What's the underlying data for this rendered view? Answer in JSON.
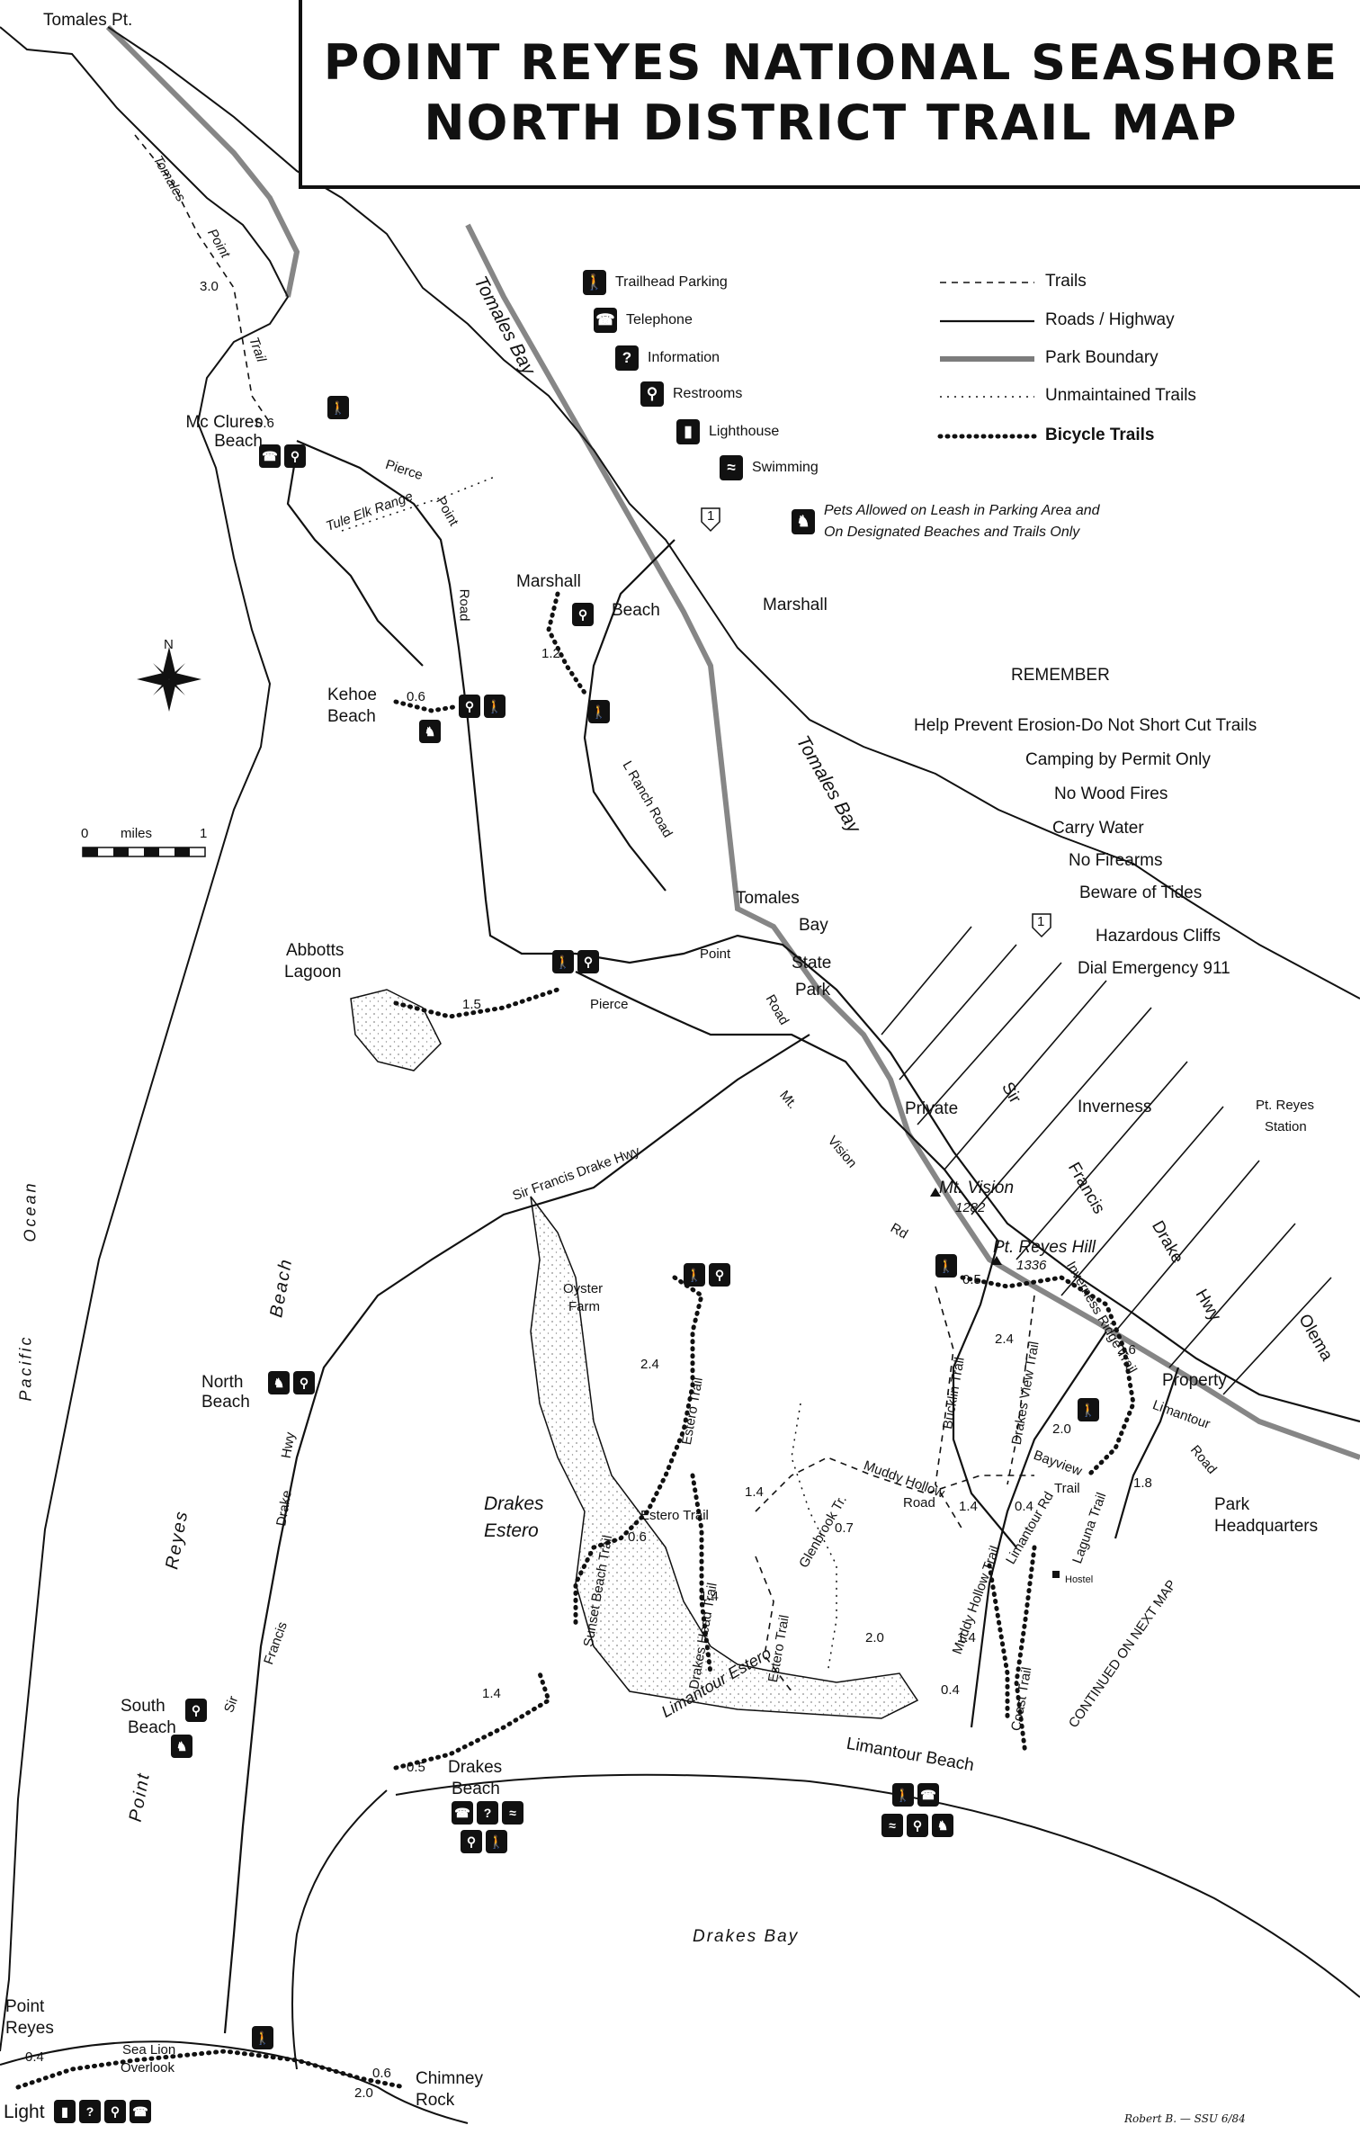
{
  "title": {
    "line1": "POINT REYES NATIONAL SEASHORE",
    "line2": "NORTH DISTRICT TRAIL MAP"
  },
  "legend": {
    "icons": [
      {
        "key": "trailhead",
        "glyph": "🚶",
        "label": "Trailhead Parking",
        "icon": "hiker-icon"
      },
      {
        "key": "telephone",
        "glyph": "☎",
        "label": "Telephone",
        "icon": "telephone-icon"
      },
      {
        "key": "information",
        "glyph": "?",
        "label": "Information",
        "icon": "information-icon"
      },
      {
        "key": "restrooms",
        "glyph": "⚲",
        "label": "Restrooms",
        "icon": "restroom-icon"
      },
      {
        "key": "lighthouse",
        "glyph": "▮",
        "label": "Lighthouse",
        "icon": "lighthouse-icon"
      },
      {
        "key": "swimming",
        "glyph": "≈",
        "label": "Swimming",
        "icon": "swimmer-icon"
      }
    ],
    "lines": [
      {
        "key": "trails",
        "label": "Trails"
      },
      {
        "key": "roads",
        "label": "Roads / Highway"
      },
      {
        "key": "boundary",
        "label": "Park Boundary"
      },
      {
        "key": "unmaintained",
        "label": "Unmaintained Trails"
      },
      {
        "key": "bicycle",
        "label": "Bicycle Trails"
      }
    ],
    "pets_line1": "Pets Allowed on Leash in Parking Area  and",
    "pets_line2": "On Designated Beaches and Trails Only"
  },
  "remember": {
    "heading": "REMEMBER",
    "items": [
      "Help Prevent Erosion-Do Not Short Cut Trails",
      "Camping by Permit Only",
      "No Wood Fires",
      "Carry Water",
      "No Firearms",
      "Beware of Tides",
      "Hazardous  Cliffs",
      "Dial Emergency 911"
    ]
  },
  "scale": {
    "zero": "0",
    "unit": "miles",
    "one": "1"
  },
  "compass": {
    "north": "N"
  },
  "places": {
    "tomales_pt": "Tomales Pt.",
    "tomales_point_trail_1": "Tomales",
    "tomales_point_trail_2": "Point",
    "tomales_point_trail_3": "Trail",
    "dist_3_0": "3.0",
    "mcclures": "Mc Clures Beach",
    "dist_0_6a": "0.6",
    "pierce_point_road_1": "Pierce",
    "pierce_point_road_2": "Point",
    "pierce_point_road_3": "Road",
    "tule_elk_range": "Tule Elk Range",
    "tomales_bay_n": "Tomales Bay",
    "tomales_bay_s": "Tomales Bay",
    "marshall_beach_1": "Marshall",
    "marshall_beach_2": "Beach",
    "dist_1_2": "1.2",
    "marshall": "Marshall",
    "kehoe_1": "Kehoe",
    "kehoe_2": "Beach",
    "dist_0_6b": "0.6",
    "l_ranch_road": "L Ranch Road",
    "state_park_1": "Tomales",
    "state_park_2": "Bay",
    "state_park_3": "State",
    "state_park_4": "Park",
    "hwy_1": "1",
    "abbotts_1": "Abbotts",
    "abbotts_2": "Lagoon",
    "dist_1_5": "1.5",
    "pierce_pt_rd_1": "Point",
    "pierce_pt_rd_2": "Pierce",
    "pierce_pt_rd_3": "Road",
    "private": "Private",
    "sir": "Sir",
    "francis": "Francis",
    "drake": "Drake",
    "hwy": "Hwy",
    "property": "Property",
    "inverness": "Inverness",
    "pt_reyes_station_1": "Pt. Reyes",
    "pt_reyes_station_2": "Station",
    "mt_vision_rd_1": "Mt.",
    "mt_vision_rd_2": "Vision",
    "mt_vision_rd_3": "Rd",
    "mt_vision": "Mt. Vision",
    "mt_vision_elev": "1282",
    "pt_reyes_hill": "Pt. Reyes Hill",
    "pt_reyes_hill_elev": "1336",
    "olema": "Olema",
    "sfd_hwy_top": "Sir Francis Drake Hwy",
    "oyster_1": "Oyster",
    "oyster_2": "Farm",
    "ocean_1": "Pacific",
    "ocean_2": "Ocean",
    "north_beach_1": "North",
    "north_beach_2": "Beach",
    "beach_vertical": "Beach",
    "reyes_vertical": "Reyes",
    "point_vertical": "Point",
    "sfd_left_1": "Drake",
    "sfd_left_2": "Hwy",
    "sfd_left_3": "Francis",
    "sfd_left_4": "Sir",
    "drakes_estero_1": "Drakes",
    "drakes_estero_2": "Estero",
    "dist_2_4a": "2.4",
    "estero_trail": "Estero Trail",
    "estero_trail_2": "Estero Trail",
    "dist_0_6c": "0.6",
    "sunset_beach_trail": "Sunset Beach Trail",
    "drakes_head_trail": "Drakes Head Trail",
    "dist_1_4a": "1.4",
    "dist_1_4b": "1.4",
    "glenbrook": "Glenbrook Tr.",
    "dist_0_7": "0.7",
    "estero_trail_3": "Estero Trail",
    "dist_2_0a": "2.0",
    "limantour_estero": "Limantour Estero",
    "muddy_hollow_road_1": "Muddy Hollow",
    "muddy_hollow_road_2": "Road",
    "bucklin_trail": "Bucklin Trail",
    "dist_2_4b": "2.4",
    "drakes_view_trail": "Drakes View Trail",
    "inverness_ridge_trail": "Inverness Ridge Trail",
    "dist_0_5a": "0.5",
    "dist_2_6": "2.6",
    "dist_2_0b": "2.0",
    "bayview_trail_1": "Bayview",
    "bayview_trail_2": "Trail",
    "dist_0_4a": "0.4",
    "dist_1_4c": "1.4",
    "limantour_rd": "Limantour Rd",
    "limantour_road_e_1": "Limantour",
    "limantour_road_e_2": "Road",
    "laguna_trail": "Laguna Trail",
    "dist_1_8": "1.8",
    "hostel": "Hostel",
    "muddy_hollow_trail": "Muddy Hollow Trail",
    "dist_1_4d": "1.4",
    "coast_trail": "Coast Trail",
    "dist_0_4b": "0.4",
    "park_hq_1": "Park",
    "park_hq_2": "Headquarters",
    "continued": "CONTINUED ON NEXT MAP",
    "south_beach_1": "South",
    "south_beach_2": "Beach",
    "dist_1_4e": "1.4",
    "dist_0_5b": "0.5",
    "drakes_beach_1": "Drakes",
    "drakes_beach_2": "Beach",
    "limantour_beach": "Limantour Beach",
    "drakes_bay": "Drakes Bay",
    "point_reyes_1": "Point",
    "point_reyes_2": "Reyes",
    "dist_0_4c": "0.4",
    "sea_lion_1": "Sea Lion",
    "sea_lion_2": "Overlook",
    "dist_2_0c": "2.0",
    "dist_0_6d": "0.6",
    "chimney_1": "Chimney",
    "chimney_2": "Rock",
    "light": "Light"
  },
  "colors": {
    "ink": "#111111",
    "paper": "#ffffff",
    "stipple": "#9a9a9a"
  }
}
